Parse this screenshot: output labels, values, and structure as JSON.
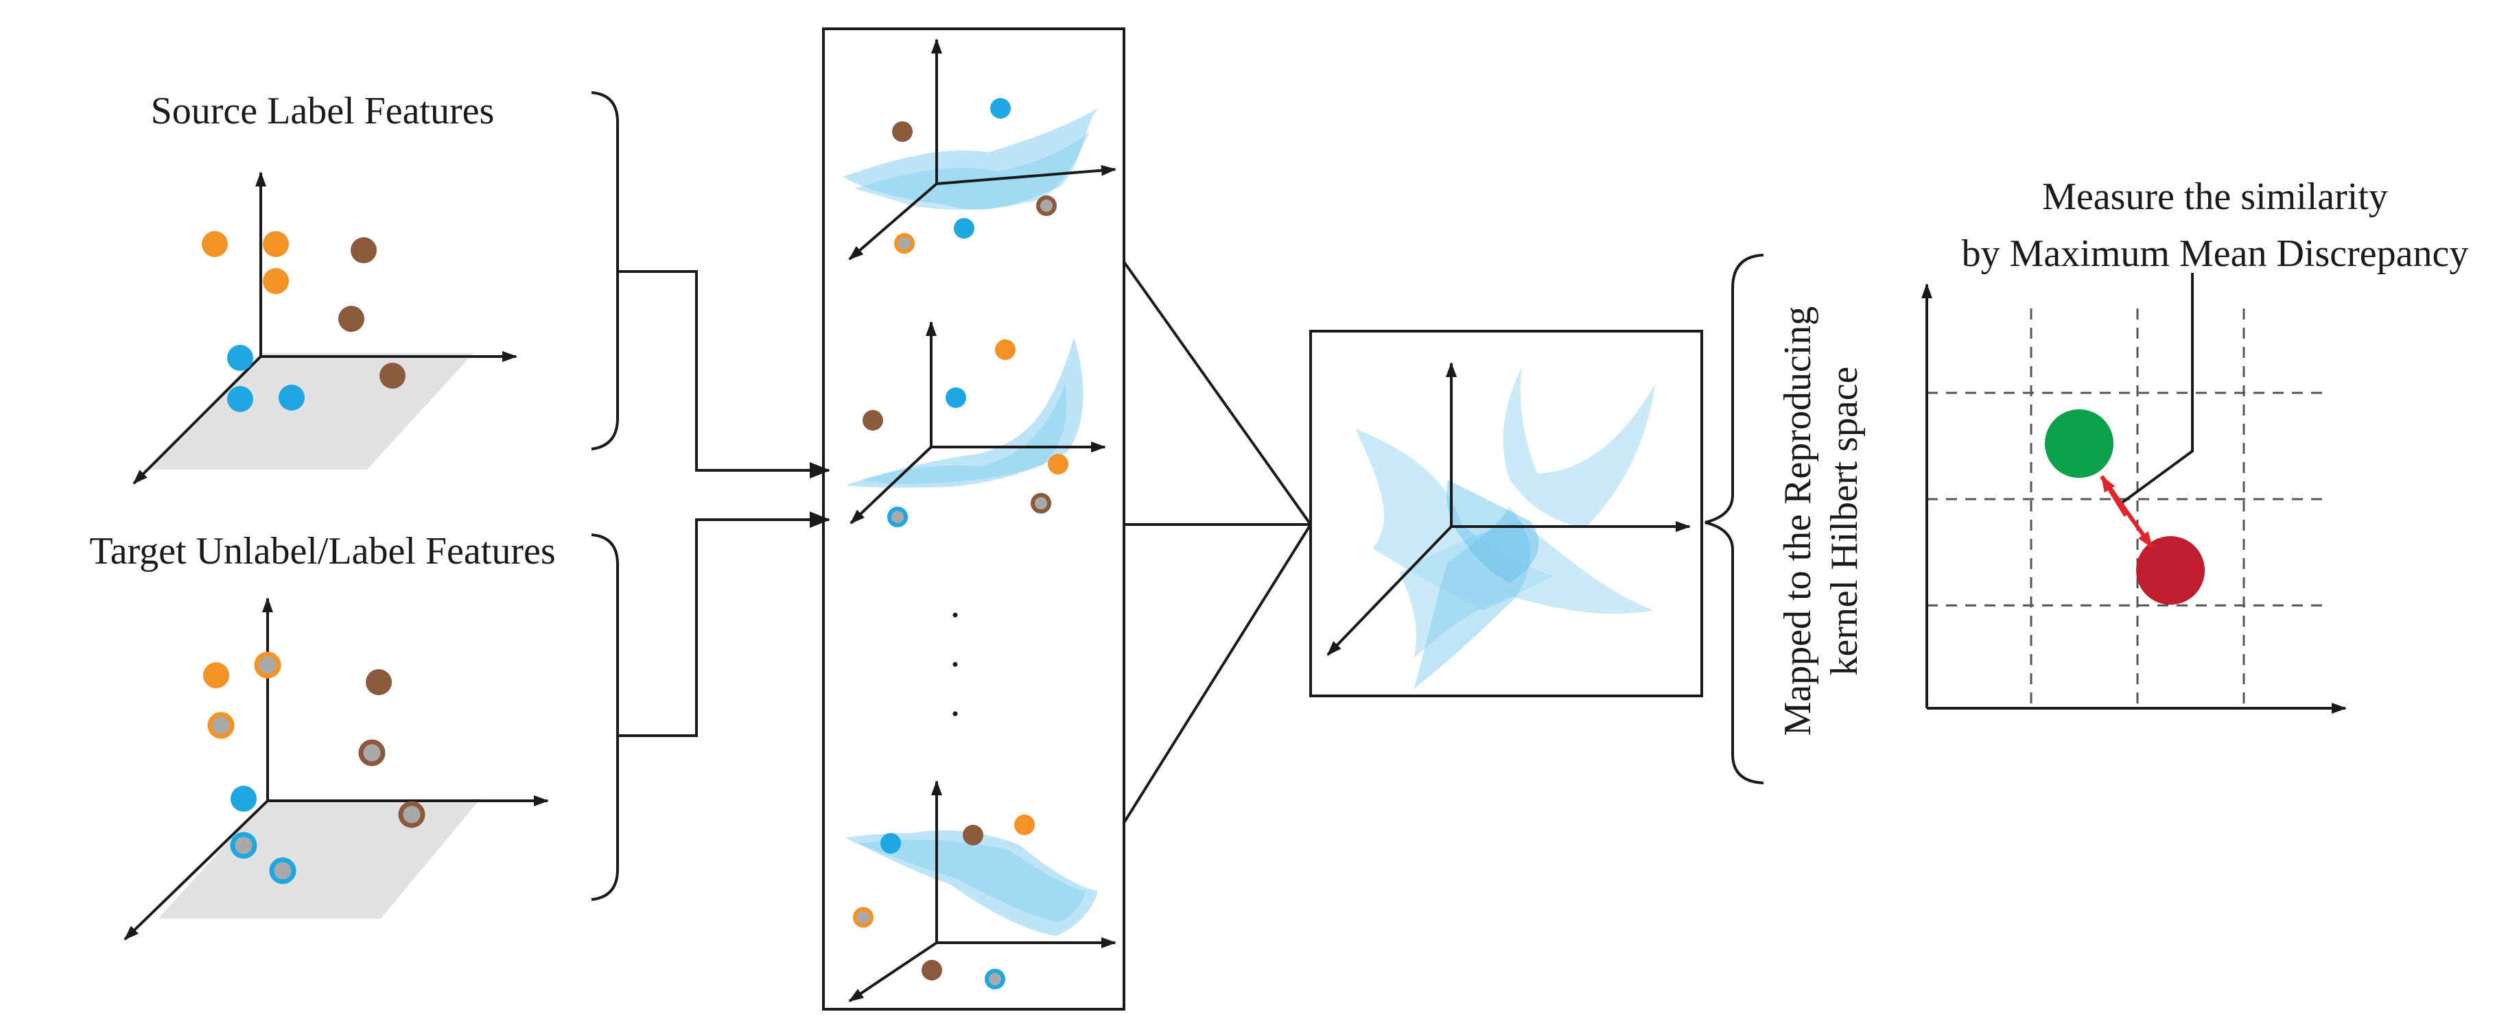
{
  "labels": {
    "source": "Source Label Features",
    "target": "Target Unlabel/Label Features",
    "rkhs_line1": "Mapped to the Reproducing",
    "rkhs_line2": "kernel Hilbert space",
    "mmd_line1": "Measure the similarity",
    "mmd_line2": "by Maximum Mean Discrepancy",
    "ellipsis": "· · ·"
  },
  "colors": {
    "orange": "#f39325",
    "brown": "#8b5a3c",
    "blue": "#1ea7e1",
    "ring_fill": "#a9a9a9",
    "plane": "#e2e2e2",
    "surface": "#a8dcf4",
    "green": "#0aa14a",
    "red": "#c01e2e",
    "arrow_red": "#e3242b",
    "line": "#1a1a1a",
    "grid": "#555555"
  },
  "icons": {
    "axes": "3d-axes-icon",
    "surface": "manifold-surface-icon",
    "brace": "curly-brace-icon"
  }
}
